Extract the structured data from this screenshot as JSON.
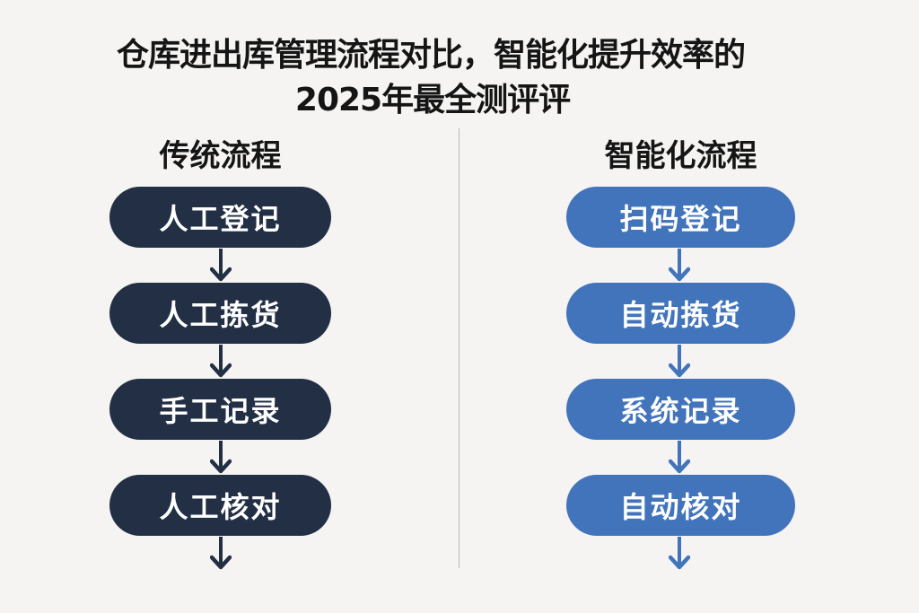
{
  "title": {
    "line1": "仓库进出库管理流程对比，智能化提升效率的",
    "line2": "2025年最全测评评"
  },
  "colors": {
    "background": "#f5f4f2",
    "traditional_pill": "#232f45",
    "smart_pill": "#4274bb",
    "text_dark": "#151515",
    "divider": "#b9b9b9"
  },
  "traditional": {
    "heading": "传统流程",
    "steps": [
      {
        "label": "人工登记"
      },
      {
        "label": "人工拣货"
      },
      {
        "label": "手工记录"
      },
      {
        "label": "人工核对"
      }
    ]
  },
  "smart": {
    "heading": "智能化流程",
    "steps": [
      {
        "label": "扫码登记"
      },
      {
        "label": "自动拣货"
      },
      {
        "label": "系统记录"
      },
      {
        "label": "自动核对"
      }
    ]
  }
}
